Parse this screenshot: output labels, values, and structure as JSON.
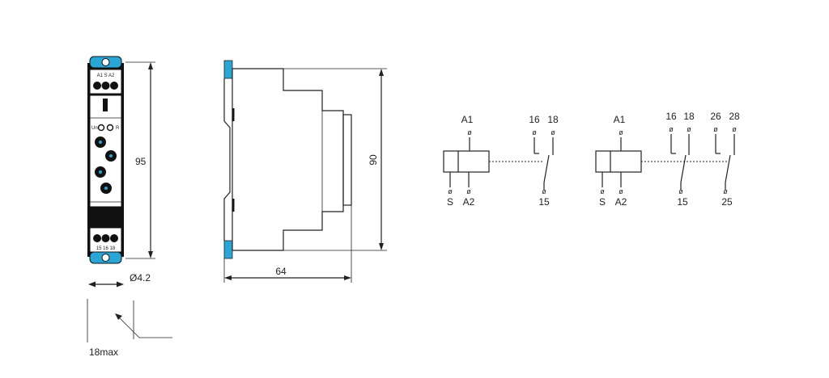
{
  "front_view": {
    "top_terminals": "A1 S  A2",
    "bottom_terminals": "15 16 18",
    "led_un": "Un",
    "led_r": "R",
    "height_dim": "95",
    "hole_dim": "Ø4.2",
    "width_dim": "18max"
  },
  "side_view": {
    "height_dim": "90",
    "depth_dim": "64"
  },
  "schematic_single": {
    "coil_top": "A1",
    "coil_bottom_left": "S",
    "coil_bottom_right": "A2",
    "contact_no": "16",
    "contact_nc": "18",
    "contact_common": "15",
    "terminal_mark": "ø"
  },
  "schematic_double": {
    "coil_top": "A1",
    "coil_bottom_left": "S",
    "coil_bottom_right": "A2",
    "c1_no": "16",
    "c1_nc": "18",
    "c1_common": "15",
    "c2_no": "26",
    "c2_nc": "28",
    "c2_common": "25",
    "terminal_mark": "ø"
  },
  "colors": {
    "accent": "#2aa6d6",
    "line": "#222222",
    "body": "#111111"
  }
}
